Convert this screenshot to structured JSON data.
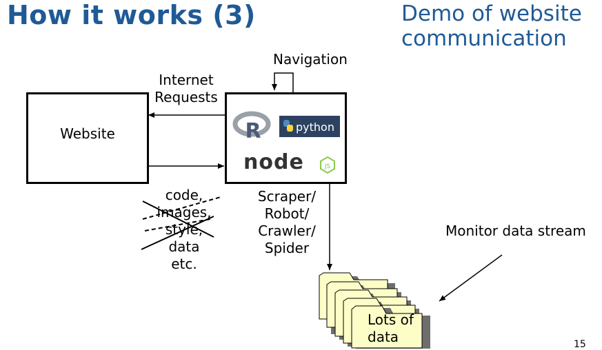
{
  "slide": {
    "title": "How it works (3)",
    "subtitle_line1": "Demo of website",
    "subtitle_line2": "communication",
    "page_number": "15"
  },
  "diagram": {
    "navigation_label": "Navigation",
    "requests_line1": "Internet",
    "requests_line2": "Requests",
    "website_label": "Website",
    "content_lines": [
      "code,",
      "images,",
      "style,",
      "data",
      "etc."
    ],
    "scraper_lines": [
      "Scraper/",
      "Robot/",
      "Crawler/",
      "Spider"
    ],
    "monitor_label": "Monitor data stream",
    "data_line1": "Lots of",
    "data_line2": "data",
    "logos": {
      "r": "R",
      "python": "python",
      "node": "node",
      "js": "JS"
    }
  },
  "colors": {
    "title": "#1f5a96",
    "folder_fill": "#fdfdc8",
    "python_bg": "#2c4260",
    "node_green": "#8cc84b"
  }
}
